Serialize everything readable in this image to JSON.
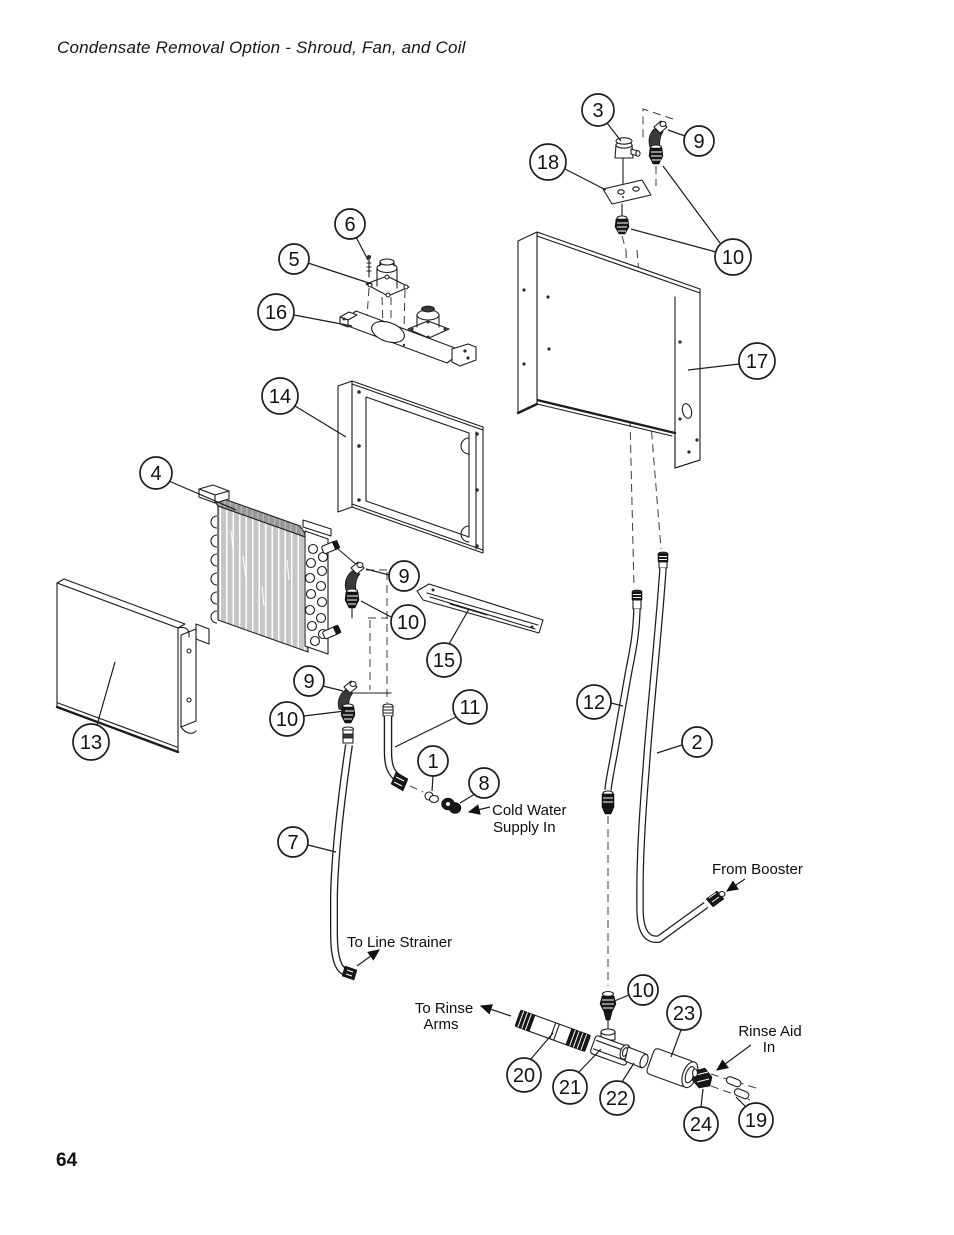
{
  "document": {
    "title": "Condensate Removal Option - Shroud, Fan, and Coil",
    "page_number": "64"
  },
  "diagram": {
    "type": "exploded-parts-diagram",
    "callouts": [
      {
        "id": "c3",
        "label": "3"
      },
      {
        "id": "c9a",
        "label": "9"
      },
      {
        "id": "c18",
        "label": "18"
      },
      {
        "id": "c10a",
        "label": "10"
      },
      {
        "id": "c6",
        "label": "6"
      },
      {
        "id": "c5",
        "label": "5"
      },
      {
        "id": "c16",
        "label": "16"
      },
      {
        "id": "c17",
        "label": "17"
      },
      {
        "id": "c14",
        "label": "14"
      },
      {
        "id": "c4",
        "label": "4"
      },
      {
        "id": "c9b",
        "label": "9"
      },
      {
        "id": "c10b",
        "label": "10"
      },
      {
        "id": "c15",
        "label": "15"
      },
      {
        "id": "c9c",
        "label": "9"
      },
      {
        "id": "c10c",
        "label": "10"
      },
      {
        "id": "c11",
        "label": "11"
      },
      {
        "id": "c12",
        "label": "12"
      },
      {
        "id": "c2",
        "label": "2"
      },
      {
        "id": "c13",
        "label": "13"
      },
      {
        "id": "c1",
        "label": "1"
      },
      {
        "id": "c8",
        "label": "8"
      },
      {
        "id": "c7",
        "label": "7"
      },
      {
        "id": "c10d",
        "label": "10"
      },
      {
        "id": "c23",
        "label": "23"
      },
      {
        "id": "c20",
        "label": "20"
      },
      {
        "id": "c21",
        "label": "21"
      },
      {
        "id": "c22",
        "label": "22"
      },
      {
        "id": "c24",
        "label": "24"
      },
      {
        "id": "c19",
        "label": "19"
      }
    ],
    "annotations": {
      "cold_water_line1": "Cold Water",
      "cold_water_line2": "Supply In",
      "from_booster": "From Booster",
      "to_line_strainer": "To Line Strainer",
      "to_rinse_line1": "To Rinse",
      "to_rinse_line2": "Arms",
      "rinse_aid_line1": "Rinse Aid",
      "rinse_aid_line2": "In"
    }
  }
}
